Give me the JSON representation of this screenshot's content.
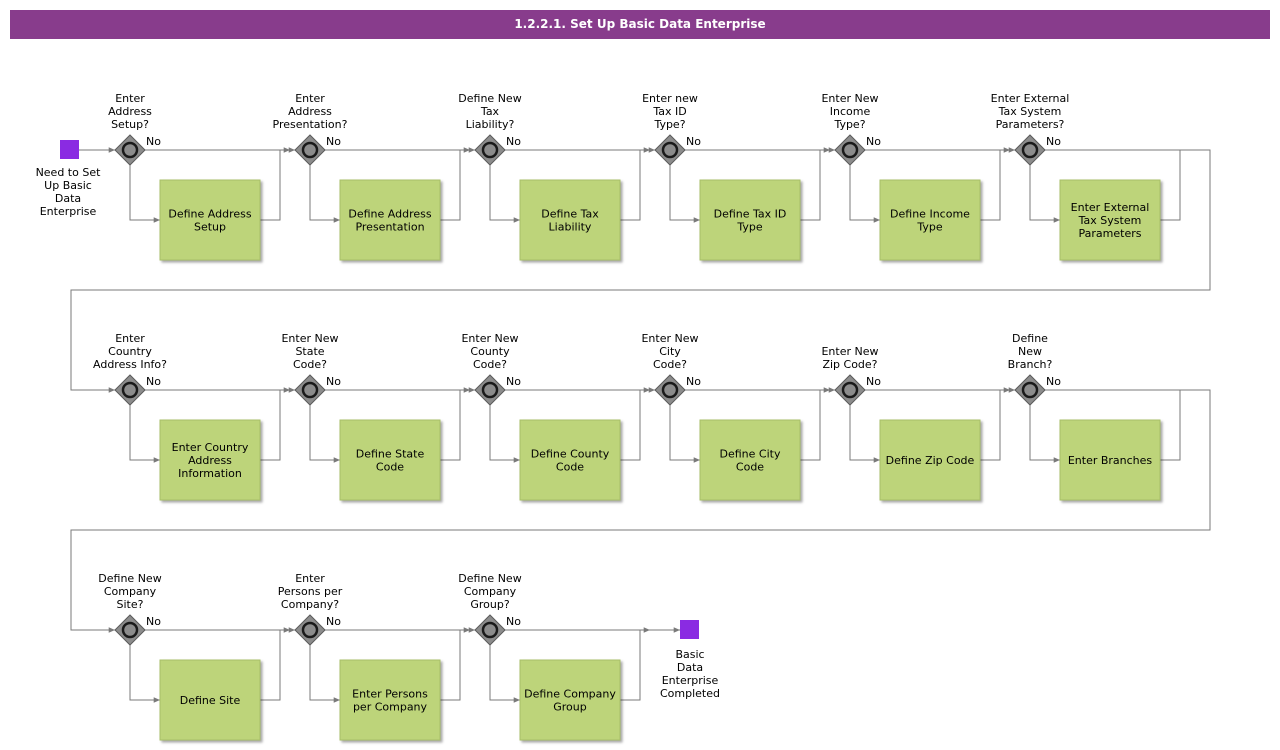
{
  "title": "1.2.2.1. Set Up Basic Data Enterprise",
  "start_event": [
    "Need to Set",
    "Up Basic",
    "Data",
    "Enterprise"
  ],
  "end_event": [
    "Basic",
    "Data",
    "Enterprise",
    "Completed"
  ],
  "no_label": "No",
  "colors": {
    "header": "#883c8c",
    "task_fill": "#bdd47a",
    "event_fill": "#8a2be2",
    "gateway_fill": "#8c8c8c",
    "flow": "#7a7a7a"
  },
  "steps": [
    {
      "question": [
        "Enter",
        "Address",
        "Setup?"
      ],
      "task": [
        "Define Address",
        "Setup"
      ]
    },
    {
      "question": [
        "Enter",
        "Address",
        "Presentation?"
      ],
      "task": [
        "Define Address",
        "Presentation"
      ]
    },
    {
      "question": [
        "Define New",
        "Tax",
        "Liability?"
      ],
      "task": [
        "Define Tax",
        "Liability"
      ]
    },
    {
      "question": [
        "Enter new",
        "Tax ID",
        "Type?"
      ],
      "task": [
        "Define Tax ID",
        "Type"
      ]
    },
    {
      "question": [
        "Enter New",
        "Income",
        "Type?"
      ],
      "task": [
        "Define Income",
        "Type"
      ]
    },
    {
      "question": [
        "Enter External",
        "Tax System",
        "Parameters?"
      ],
      "task": [
        "Enter External",
        "Tax System",
        "Parameters"
      ]
    },
    {
      "question": [
        "Enter",
        "Country",
        "Address Info?"
      ],
      "task": [
        "Enter Country",
        "Address",
        "Information"
      ]
    },
    {
      "question": [
        "Enter New",
        "State",
        "Code?"
      ],
      "task": [
        "Define State",
        "Code"
      ]
    },
    {
      "question": [
        "Enter New",
        "County",
        "Code?"
      ],
      "task": [
        "Define County",
        "Code"
      ]
    },
    {
      "question": [
        "Enter New",
        "City",
        "Code?"
      ],
      "task": [
        "Define City",
        "Code"
      ]
    },
    {
      "question": [
        "Enter New",
        "Zip Code?"
      ],
      "task": [
        "Define Zip Code"
      ]
    },
    {
      "question": [
        "Define",
        "New",
        "Branch?"
      ],
      "task": [
        "Enter Branches"
      ]
    },
    {
      "question": [
        "Define New",
        "Company",
        "Site?"
      ],
      "task": [
        "Define Site"
      ]
    },
    {
      "question": [
        "Enter",
        "Persons per",
        "Company?"
      ],
      "task": [
        "Enter Persons",
        "per Company"
      ]
    },
    {
      "question": [
        "Define New",
        "Company",
        "Group?"
      ],
      "task": [
        "Define Company",
        "Group"
      ]
    }
  ]
}
